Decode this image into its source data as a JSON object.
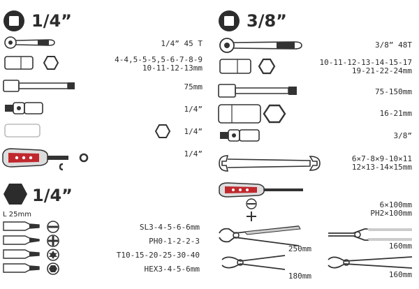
{
  "left_section": {
    "title": "1/4”",
    "items": [
      {
        "label": "1/4” 45 T"
      },
      {
        "label_line1": "4-4,5-5-5,5-6-7-8-9",
        "label_line2": "10-11-12-13mm"
      },
      {
        "label": "75mm"
      },
      {
        "label": "1/4”"
      },
      {
        "label": "1/4”"
      },
      {
        "label": "1/4”"
      }
    ]
  },
  "bits_section": {
    "title": "1/4”",
    "length_label": "L 25mm",
    "items": [
      {
        "label": "SL3-4-5-6-6mm"
      },
      {
        "label": "PH0-1-2-2-3"
      },
      {
        "label": "T10-15-20-25-30-40"
      },
      {
        "label": "HEX3-4-5-6mm"
      }
    ]
  },
  "right_section": {
    "title": "3/8”",
    "items": [
      {
        "label": "3/8” 48T"
      },
      {
        "label_line1": "10-11-12-13-14-15-17",
        "label_line2": "19-21-22-24mm"
      },
      {
        "label": "75-150mm"
      },
      {
        "label": "16-21mm"
      },
      {
        "label": "3/8”"
      },
      {
        "label_line1": "6×7-8×9-10×11",
        "label_line2": "12×13-14×15mm"
      },
      {
        "label_line1": "6×100mm",
        "label_line2": "PH2×100mm"
      }
    ]
  },
  "pliers": [
    {
      "label": "250mm"
    },
    {
      "label": "160mm"
    },
    {
      "label": "180mm"
    },
    {
      "label": "160mm"
    }
  ],
  "colors": {
    "ink": "#2c2c2c",
    "grip_red": "#c0282d",
    "line": "#333333"
  }
}
